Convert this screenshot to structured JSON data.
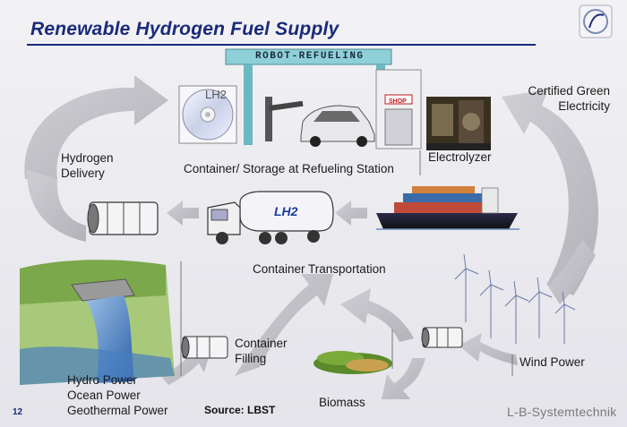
{
  "slide": {
    "title": "Renewable Hydrogen Fuel Supply",
    "page_number": "12",
    "source": "Source: LBST",
    "brand": "L-B-Systemtechnik"
  },
  "station": {
    "sign": "ROBOT-REFUELING",
    "shop": "SHOP",
    "cd_label": "LH2",
    "truck_label": "LH2"
  },
  "labels": {
    "hydrogen_delivery": [
      "Hydrogen",
      "Delivery"
    ],
    "storage": "Container/ Storage at Refueling Station",
    "electrolyzer": "Electrolyzer",
    "green_electricity": [
      "Certified Green",
      "Electricity"
    ],
    "container_transport": "Container Transportation",
    "container_filling": [
      "Container",
      "Filling"
    ],
    "hydro": [
      "Hydro Power",
      "Ocean Power",
      "Geothermal Power"
    ],
    "biomass": "Biomass",
    "wind": "Wind Power"
  },
  "colors": {
    "title": "#1a2a7a",
    "arrow_gray": "#b8b8be",
    "water": "#4a7fc0",
    "grass": "#6a9a3a"
  },
  "icons": [
    "cd-icon",
    "logo-icon"
  ]
}
